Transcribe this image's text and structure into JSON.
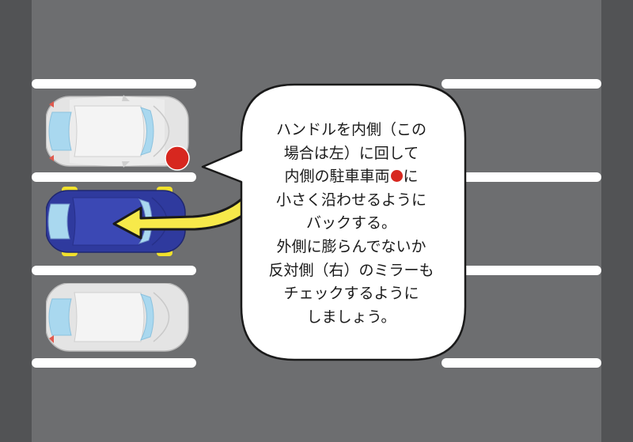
{
  "explanation": {
    "line1": "ハンドルを内側（この",
    "line2": "場合は左）に回して",
    "line3_before": "内側の駐車車両",
    "line3_after": "に",
    "line4": "小さく沿わせるように",
    "line5": "バックする。",
    "line6": "外側に膨らんでないか",
    "line7": "反対側（右）のミラーも",
    "line8": "チェックするように",
    "line9": "しましょう。"
  },
  "colors": {
    "road": "#6d6e70",
    "road_edge": "#525355",
    "lane_line": "#ffffff",
    "parked_car": "#e4e4e4",
    "own_car": "#2f3a9e",
    "own_car_lights": "#f1e12b",
    "arrow": "#f7e94a",
    "marker": "#d7271f"
  },
  "icons": {
    "marker": "red-circle-marker",
    "arrow": "reverse-path-arrow"
  }
}
